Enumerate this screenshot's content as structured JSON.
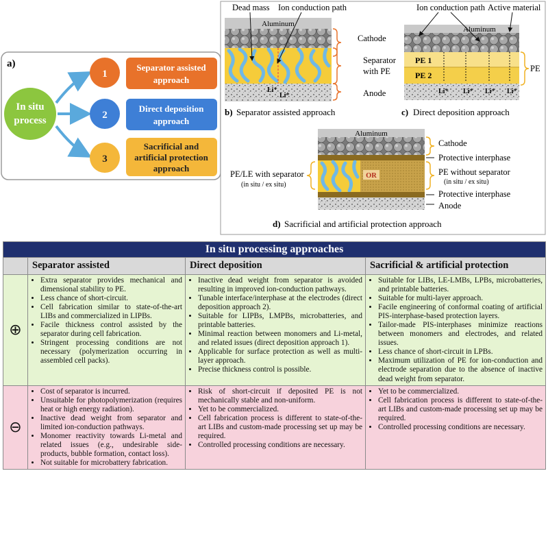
{
  "panel_a": {
    "label": "a)",
    "center": [
      "In situ",
      "process"
    ],
    "items": [
      {
        "num": "1",
        "text": [
          "Separator assisted",
          "approach"
        ]
      },
      {
        "num": "2",
        "text": [
          "Direct deposition",
          "approach"
        ]
      },
      {
        "num": "3",
        "text": [
          "Sacrificial and",
          "artificial protection",
          "approach"
        ]
      }
    ]
  },
  "panel_b": {
    "dead_mass": "Dead mass",
    "ion_path": "Ion conduction path",
    "aluminum": "Aluminum",
    "cathode": "Cathode",
    "separator": [
      "Separator",
      "with PE"
    ],
    "anode": "Anode",
    "li": "Li⁺",
    "caption_letter": "b)",
    "caption": "Separator assisted approach"
  },
  "panel_c": {
    "ion_path": "Ion conduction path",
    "active": "Active material",
    "aluminum": "Aluminum",
    "pe1": "PE 1",
    "pe2": "PE 2",
    "pe": "PE",
    "li": "Li⁺",
    "caption_letter": "c)",
    "caption": "Direct deposition approach"
  },
  "panel_d": {
    "aluminum": "Aluminum",
    "cathode": "Cathode",
    "protective_top": "Protective interphase",
    "left_label": "PE/LE with separator",
    "left_sub": "(in situ / ex situ)",
    "or": "OR",
    "right_label": "PE without separator",
    "right_sub": "(in situ / ex situ)",
    "protective_bottom": "Protective interphase",
    "anode": "Anode",
    "caption_letter": "d)",
    "caption": "Sacrificial and artificial protection approach"
  },
  "table": {
    "title": "In situ processing approaches",
    "headers": [
      "Separator assisted",
      "Direct deposition",
      "Sacrificial & artificial protection"
    ],
    "pro_symbol": "⊕",
    "con_symbol": "⊖",
    "pros": [
      [
        "Extra separator provides mechanical and dimensional stability to PE.",
        "Less chance of short-circuit.",
        "Cell fabrication similar to state-of-the-art LIBs and commercialized in LIPBs.",
        "Facile thickness control assisted by the separator during cell fabrication.",
        "Stringent processing conditions are not necessary (polymerization occurring in assembled cell packs)."
      ],
      [
        "Inactive dead weight from separator is avoided resulting in improved ion-conduction pathways.",
        "Tunable interface/interphase at the electrodes (direct deposition approach 2).",
        "Suitable for LIPBs, LMPBs, microbatteries, and printable batteries.",
        "Minimal reaction between monomers and Li-metal, and related issues (direct deposition approach 1).",
        "Applicable for surface protection as well as multi-layer approach.",
        "Precise thickness control is possible."
      ],
      [
        "Suitable for LIBs, LE-LMBs, LPBs, microbatteries, and printable batteries.",
        "Suitable for multi-layer approach.",
        "Facile engineering of conformal coating of artificial PIS-interphase-based protection layers.",
        "Tailor-made PIS-interphases minimize reactions between monomers and electrodes, and related issues.",
        "Less chance of short-circuit in LPBs.",
        "Maximum utilization of PE for ion-conduction and electrode separation due to the absence of inactive dead weight from separator."
      ]
    ],
    "cons": [
      [
        "Cost of separator is incurred.",
        "Unsuitable for photopolymerization (requires heat or high energy radiation).",
        "Inactive dead weight from separator and limited ion-conduction pathways.",
        "Monomer reactivity towards Li-metal and related issues (e.g., undesirable side-products, bubble formation, contact loss).",
        "Not suitable for microbattery fabrication."
      ],
      [
        "Risk of short-circuit if deposited PE is not mechanically stable and non-uniform.",
        "Yet to be commercialized.",
        "Cell fabrication process is different to state-of-the-art LIBs and custom-made processing set up may be required.",
        "Controlled processing conditions are necessary."
      ],
      [
        "Yet to be commercialized.",
        "Cell fabrication process is different to state-of-the-art LIBs and custom-made processing set up may be required.",
        "Controlled processing conditions are necessary."
      ]
    ]
  },
  "colors": {
    "num1": "#e8722a",
    "num2": "#3e7fd6",
    "num3": "#f4b73a",
    "center": "#8cc63f",
    "arrow": "#5aa9dc",
    "title_bar": "#1f2f6e",
    "pro_bg": "#e6f4d2",
    "con_bg": "#f7d2dc"
  }
}
